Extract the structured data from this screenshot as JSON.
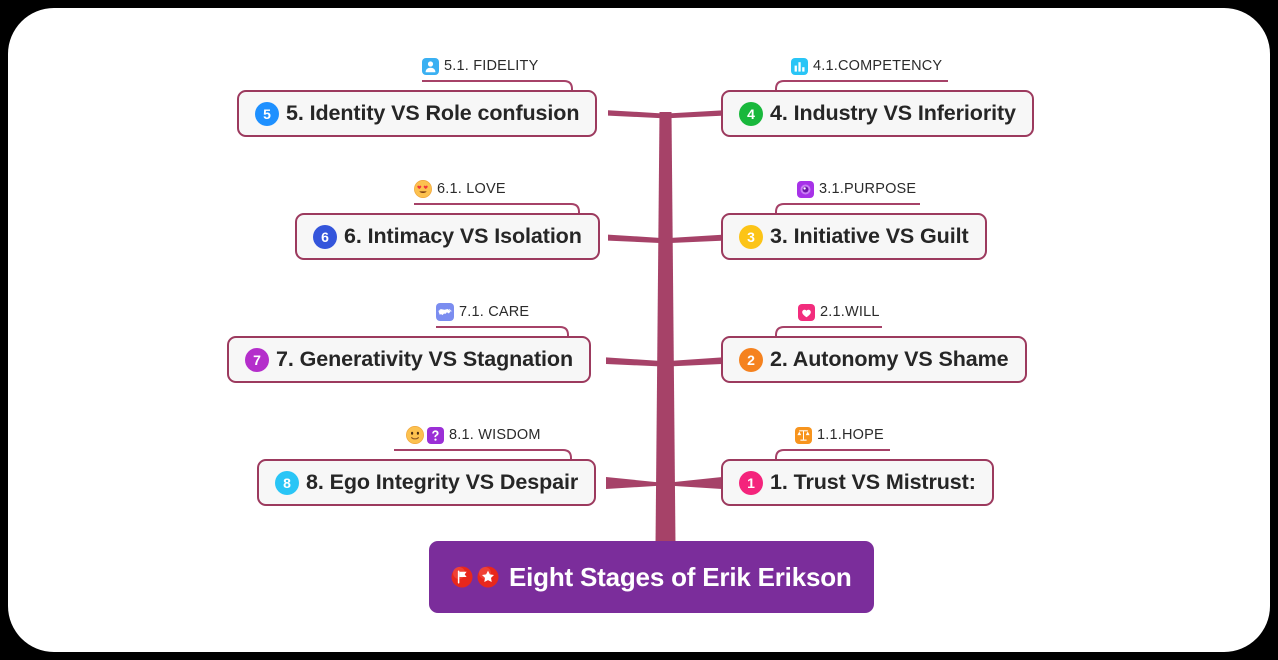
{
  "canvas": {
    "background": "#ffffff",
    "page_background": "#000000"
  },
  "theme": {
    "branch_color": "#a64268",
    "node_border": "#9c3a5e",
    "node_fill": "#f7f7f7",
    "node_text_color": "#262626",
    "root_fill": "#7b2d9b",
    "root_text_color": "#ffffff"
  },
  "root": {
    "label": "Eight Stages of Erik Erikson",
    "icons": [
      "red-flag-icon",
      "red-star-icon"
    ]
  },
  "branches": [
    {
      "side": "left",
      "row": 1,
      "number": "5",
      "badge_color": "#1e90ff",
      "label": "5. Identity VS Role confusion",
      "sublabel": "5.1. FIDELITY",
      "sublabel_icons": [
        "person-badge-icon"
      ]
    },
    {
      "side": "right",
      "row": 1,
      "number": "4",
      "badge_color": "#19b83c",
      "label": "4. Industry VS Inferiority",
      "sublabel": "4.1.COMPETENCY",
      "sublabel_icons": [
        "bar-chart-icon"
      ]
    },
    {
      "side": "left",
      "row": 2,
      "number": "6",
      "badge_color": "#3455db",
      "label": "6. Intimacy VS Isolation",
      "sublabel": "6.1. LOVE",
      "sublabel_icons": [
        "heart-eyes-emoji-icon"
      ]
    },
    {
      "side": "right",
      "row": 2,
      "number": "3",
      "badge_color": "#fcc417",
      "label": "3. Initiative VS Guilt",
      "sublabel": "3.1.PURPOSE",
      "sublabel_icons": [
        "purple-spiral-icon"
      ]
    },
    {
      "side": "left",
      "row": 3,
      "number": "7",
      "badge_color": "#b42ecb",
      "label": "7. Generativity VS Stagnation",
      "sublabel": "7.1. CARE",
      "sublabel_icons": [
        "handshake-icon"
      ]
    },
    {
      "side": "right",
      "row": 3,
      "number": "2",
      "badge_color": "#f5821f",
      "label": "2. Autonomy VS Shame",
      "sublabel": "2.1.WILL",
      "sublabel_icons": [
        "pink-heart-box-icon"
      ]
    },
    {
      "side": "left",
      "row": 4,
      "number": "8",
      "badge_color": "#29c5f6",
      "label": "8. Ego Integrity VS Despair",
      "sublabel": "8.1. WISDOM",
      "sublabel_icons": [
        "smiling-face-emoji-icon",
        "purple-question-box-icon"
      ]
    },
    {
      "side": "right",
      "row": 4,
      "number": "1",
      "badge_color": "#f4247c",
      "label": "1. Trust VS Mistrust:",
      "sublabel": "1.1.HOPE",
      "sublabel_icons": [
        "orange-scales-icon"
      ]
    }
  ]
}
